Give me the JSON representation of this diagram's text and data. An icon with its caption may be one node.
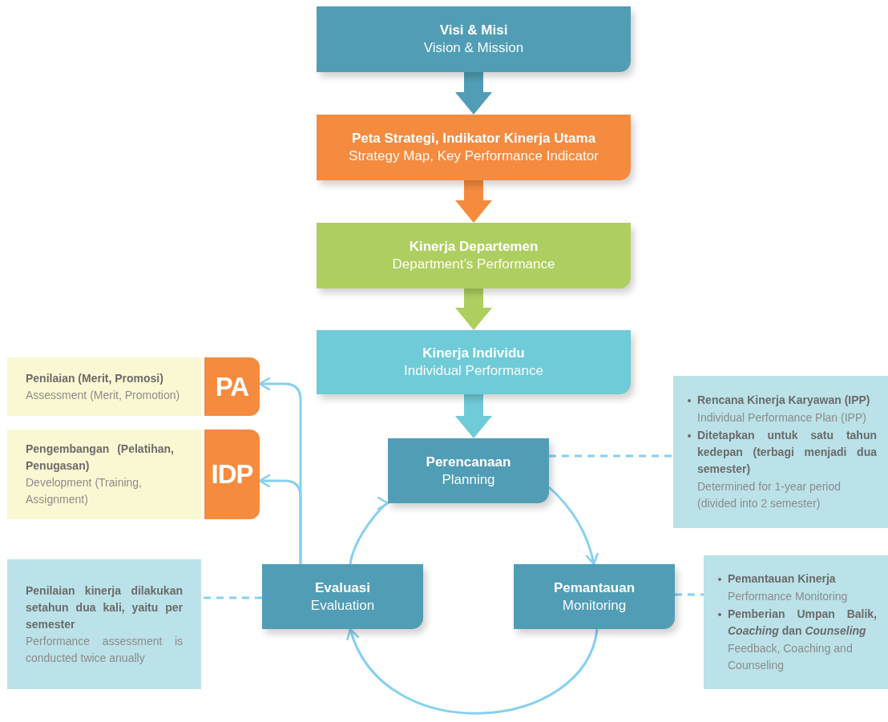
{
  "diagram": {
    "nodes": [
      {
        "text": [
          "Visi & Misi",
          "Vision & Mission"
        ]
      },
      {
        "text": [
          "Peta Strategi, Indikator Kinerja Utama",
          "Strategy Map, Key Performance Indicator"
        ]
      },
      {
        "text": [
          "Kinerja Departemen",
          "Department’s Performance"
        ]
      },
      {
        "text": [
          "Kinerja Individu",
          "Individual Performance"
        ]
      },
      {
        "text": [
          "Perencanaan",
          "Planning"
        ]
      },
      {
        "text": [
          "Pemantauan",
          "Monitoring"
        ]
      },
      {
        "text": [
          "Evaluasi",
          "Evaluation"
        ]
      },
      {
        "text": [
          "Rencana Kinerja Karyawan (IPP)",
          "Individual Performance Plan (IPP)",
          "Ditetapkan untuk satu tahun kedepan (terbagi menjadi dua semester)",
          "Determined for 1-year period (divided into 2 semester)"
        ]
      },
      {
        "text": [
          "Pemantauan Kinerja",
          "Performance Monitoring",
          "Pemberian Umpan Balik, *Coaching* dan *Counseling*",
          "Feedback, Coaching and Counseling"
        ]
      },
      {
        "text": [
          "Penilaian kinerja dilakukan setahun dua kali, yaitu per semester",
          "Performance assessment is conducted twice anually"
        ]
      },
      {
        "text": [
          "Penilaian (Merit, Promosi)",
          "Assessment (Merit, Promotion)"
        ]
      },
      {
        "text": [
          "PA"
        ]
      },
      {
        "text": [
          "Pengembangan (Pelatihan, Penugasan)",
          "Development (Training, Assignment)"
        ]
      },
      {
        "text": [
          "IDP"
        ]
      }
    ],
    "edges": [
      {
        "from": 0,
        "to": 1,
        "arrow": "to",
        "style": "thick",
        "color": "#519db6"
      },
      {
        "from": 1,
        "to": 2,
        "arrow": "to",
        "style": "thick",
        "color": "#f58b3f"
      },
      {
        "from": 2,
        "to": 3,
        "arrow": "to",
        "style": "thick",
        "color": "#aecf5f"
      },
      {
        "from": 3,
        "to": 4,
        "arrow": "to",
        "style": "thick",
        "color": "#6fcbd7"
      },
      {
        "from": 4,
        "to": 5,
        "arrow": "to"
      },
      {
        "from": 5,
        "to": 6,
        "arrow": "to"
      },
      {
        "from": 6,
        "to": 4,
        "arrow": "to"
      },
      {
        "from": 6,
        "to": 11,
        "arrow": "to"
      },
      {
        "from": 6,
        "to": 13,
        "arrow": "to"
      },
      {
        "from": 4,
        "to": 7,
        "arrow": "none",
        "style": "dashed"
      },
      {
        "from": 5,
        "to": 8,
        "arrow": "none",
        "style": "dashed"
      },
      {
        "from": 6,
        "to": 9,
        "arrow": "none",
        "style": "dashed"
      }
    ]
  }
}
